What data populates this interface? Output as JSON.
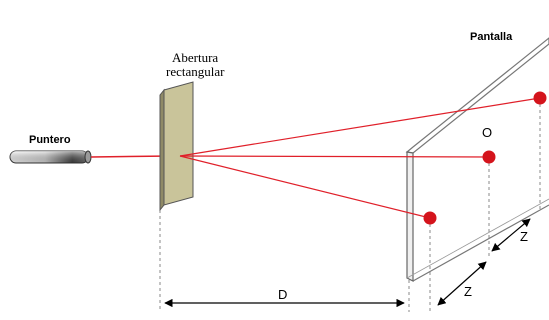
{
  "labels": {
    "pointer": "Puntero",
    "aperture_line1": "Abertura",
    "aperture_line2": "rectangular",
    "screen": "Pantalla",
    "center_point": "O",
    "distance": "D",
    "offset_z_upper": "Z",
    "offset_z_lower": "Z"
  },
  "colors": {
    "beam": "#e0202a",
    "spot": "#d4141c",
    "aperture_fill": "#c9c49a",
    "screen_stroke": "#6a6a6a",
    "dashed": "#888888"
  }
}
